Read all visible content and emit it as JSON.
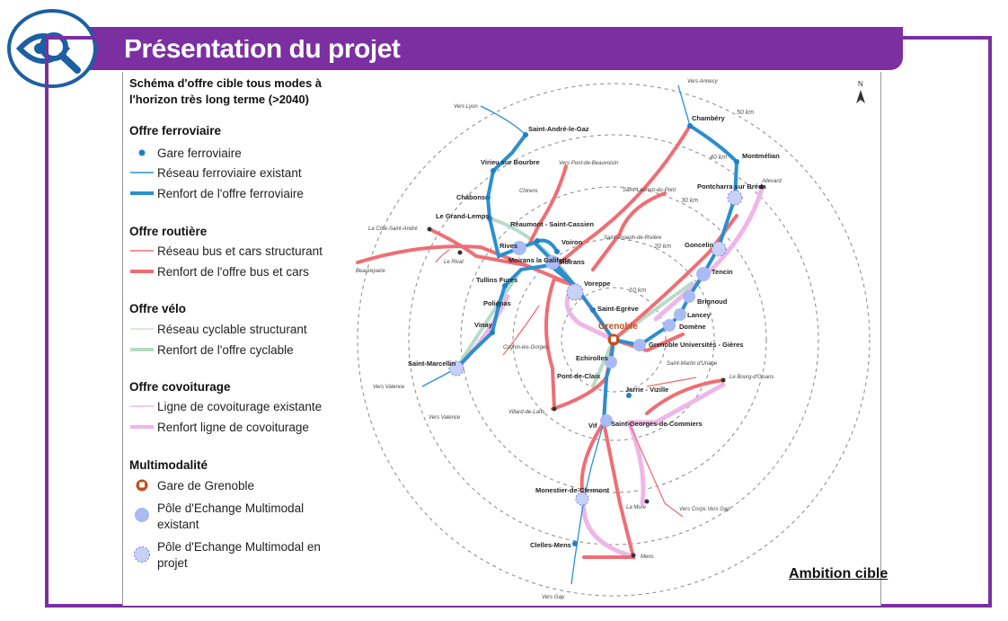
{
  "header": {
    "title": "Présentation du projet",
    "logo_icon": "eye-magnifier-icon"
  },
  "legend": {
    "title": "Schéma d'offre cible tous modes à l'horizon très long terme (>2040)",
    "sections": [
      {
        "heading": "Offre ferroviaire",
        "items": [
          "Gare ferroviaire",
          "Réseau ferroviaire existant",
          "Renfort de l'offre ferroviaire"
        ]
      },
      {
        "heading": "Offre routière",
        "items": [
          "Réseau bus et cars structurant",
          "Renfort de l'offre bus et cars"
        ]
      },
      {
        "heading": "Offre vélo",
        "items": [
          "Réseau cyclable structurant",
          "Renfort de l'offre cyclable"
        ]
      },
      {
        "heading": "Offre covoiturage",
        "items": [
          "Ligne de covoiturage existante",
          "Renfort ligne de covoiturage"
        ]
      },
      {
        "heading": "Multimodalité",
        "items": [
          "Gare de Grenoble",
          "Pôle d'Echange Multimodal existant",
          "Pôle d'Echange Multimodal en projet"
        ]
      }
    ]
  },
  "map": {
    "north": "N",
    "rings": [
      "10 km",
      "20 km",
      "30 km",
      "40 km",
      "50 km"
    ],
    "stations": [
      "Chambéry",
      "Montmélian",
      "Pontcharra sur Bréda",
      "Goncelin",
      "Tencin",
      "Brignoud",
      "Lancey",
      "Domène",
      "Grenoble Universités - Gières",
      "Grenoble",
      "Saint-Egrève",
      "Voreppe",
      "Moirans",
      "Voiron",
      "Réaumont - Saint-Cassien",
      "Rives",
      "Moirans la Galifette",
      "Tullins Fures",
      "Poliénas",
      "Vinay",
      "Saint-Marcellin",
      "Le Grand-Lemps",
      "Châbons",
      "Virieu sur Bourbre",
      "Saint-André-le-Gaz",
      "Echirolles",
      "Pont-de-Claix",
      "Jarrie - Vizille",
      "Vif",
      "Saint-Georges-de-Commiers",
      "Monestier-de-Clermont",
      "Clelles-Mens"
    ],
    "places": [
      "Vers Annecy",
      "Vers Lyon",
      "Vers Pont-de-Beauvoisin",
      "Chirens",
      "Saint-Laurent-du-Pont",
      "Saint-Joseph-de-Rivière",
      "Allevard",
      "La Côte-Saint-André",
      "Le Rival",
      "Beaurepaire",
      "Cognin-les-Gorges",
      "Vers Valence",
      "Vers Valence",
      "Villard-de-Lans",
      "Saint-Martin d'Uriage",
      "Le Bourg-d'Oisans",
      "La Mure",
      "Vers Corps Vers Gap",
      "Mens",
      "Vers Gap"
    ],
    "colors": {
      "rail": "#2b8fd0",
      "bus": "#ef6e74",
      "bike": "#b5dcc8",
      "carpool": "#efb6e8",
      "pem": "#9fb3f0",
      "station_dot": "#1f7fc6"
    }
  },
  "footer": {
    "ambition": "Ambition cible"
  }
}
